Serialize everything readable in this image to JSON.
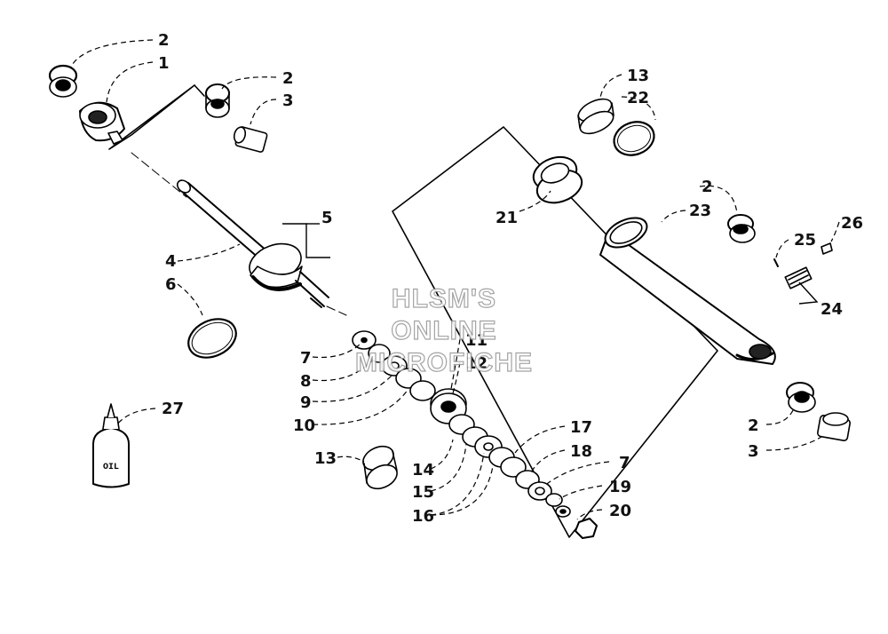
{
  "watermark": {
    "line1": "HLSM'S",
    "line2": "ONLINE",
    "line3": "MICROFICHE"
  },
  "oil_bottle": {
    "label": "OIL"
  },
  "callouts": [
    "2",
    "1",
    "2",
    "3",
    "13",
    "22",
    "5",
    "4",
    "6",
    "21",
    "23",
    "2",
    "26",
    "25",
    "24",
    "7",
    "11",
    "8",
    "12",
    "9",
    "10",
    "27",
    "2",
    "3",
    "13",
    "14",
    "15",
    "16",
    "17",
    "18",
    "7",
    "19",
    "20"
  ]
}
